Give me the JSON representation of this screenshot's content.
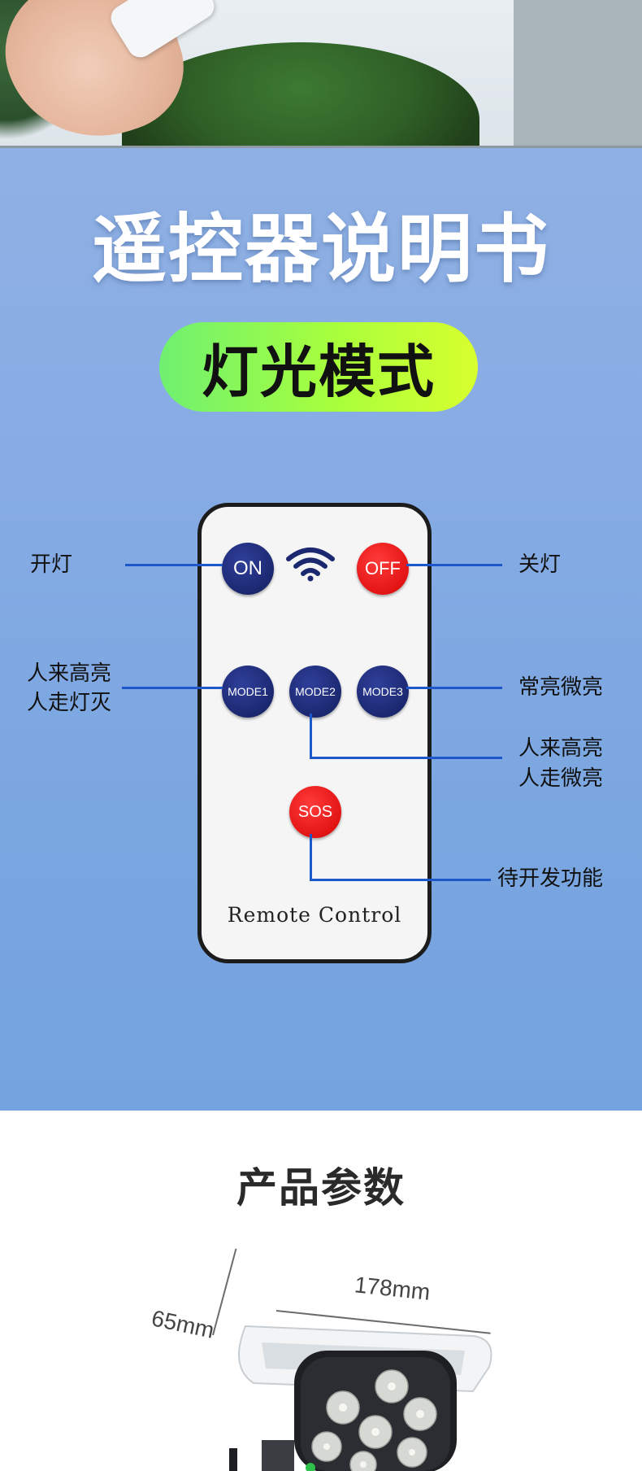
{
  "manual": {
    "title": "遥控器说明书",
    "subtitle": "灯光模式"
  },
  "remote": {
    "brand": "Remote Control",
    "buttons": {
      "on": "ON",
      "off": "OFF",
      "mode1": "MODE1",
      "mode2": "MODE2",
      "mode3": "MODE3",
      "sos": "SOS"
    },
    "labels": {
      "on_desc": "开灯",
      "off_desc": "关灯",
      "mode1_desc_1": "人来高亮",
      "mode1_desc_2": "人走灯灭",
      "mode3_desc": "常亮微亮",
      "mode2_desc_1": "人来高亮",
      "mode2_desc_2": "人走微亮",
      "sos_desc": "待开发功能"
    },
    "colors": {
      "navy": "#1b2870",
      "red": "#e31414",
      "line": "#1d57c9"
    }
  },
  "params": {
    "title": "产品参数",
    "width_dim": "178mm",
    "height_dim": "65mm"
  }
}
